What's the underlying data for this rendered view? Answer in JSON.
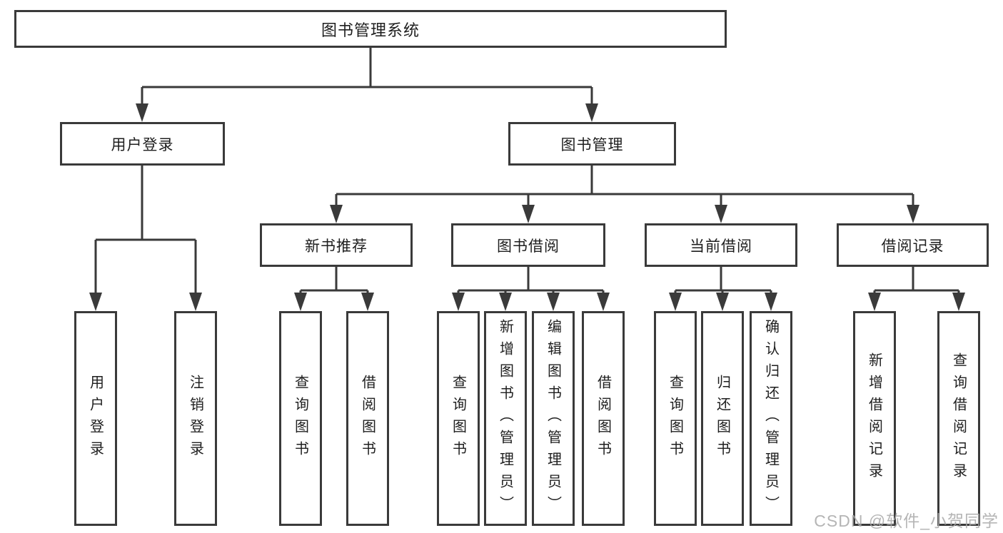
{
  "diagram": {
    "root": "图书管理系统",
    "level2": {
      "user_login": "用户登录",
      "book_mgmt": "图书管理"
    },
    "level3": {
      "new_book": "新书推荐",
      "borrow": "图书借阅",
      "current": "当前借阅",
      "records": "借阅记录"
    },
    "leaves": {
      "user_login": "用户登录",
      "logout": "注销登录",
      "nb_query": "查询图书",
      "nb_borrow": "借阅图书",
      "bb_query": "查询图书",
      "bb_add": "新增图书（管理员）",
      "bb_edit": "编辑图书（管理员）",
      "bb_borrow": "借阅图书",
      "cb_query": "查询图书",
      "cb_return": "归还图书",
      "cb_confirm": "确认归还（管理员）",
      "br_add": "新增借阅记录",
      "br_query": "查询借阅记录"
    }
  },
  "watermark": "CSDN @软件_小贺同学",
  "colors": {
    "line": "#3a3a3a",
    "text": "#1e1e1e",
    "background": "#ffffff",
    "watermark": "#a8a8a8"
  }
}
